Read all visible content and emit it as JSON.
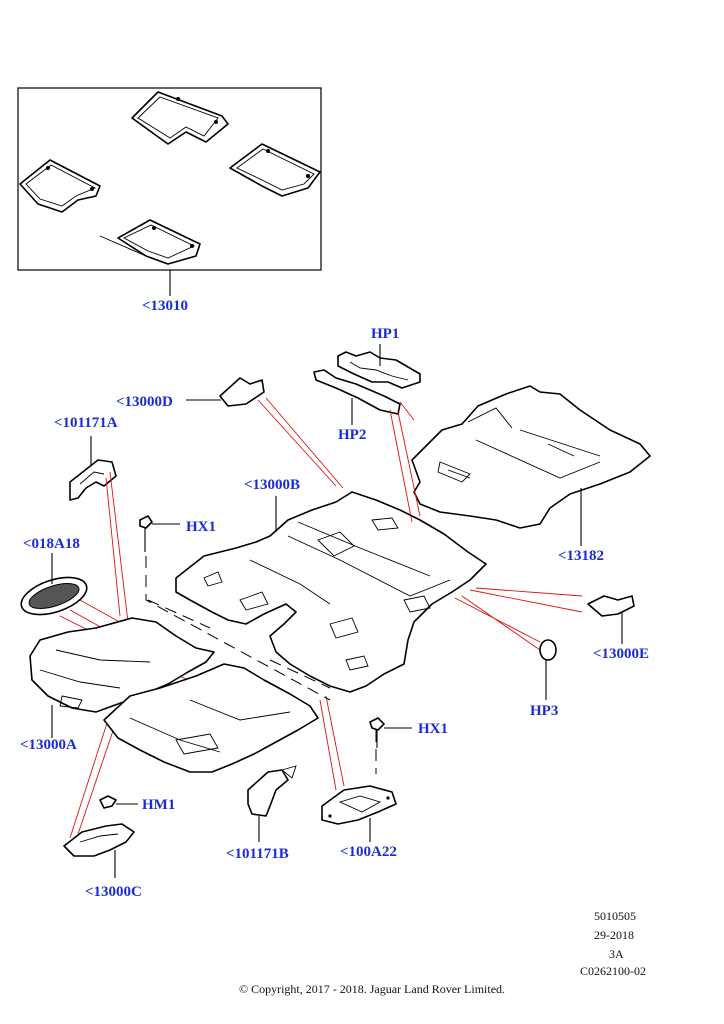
{
  "callouts": {
    "c13010": "<13010",
    "hp1": "HP1",
    "hp2": "HP2",
    "c13000D": "<13000D",
    "c101171A": "<101171A",
    "c13000B": "<13000B",
    "hx1_top": "HX1",
    "c018A18": "<018A18",
    "c13182": "<13182",
    "c13000E": "<13000E",
    "hp3": "HP3",
    "c13000A": "<13000A",
    "hx1_bottom": "HX1",
    "hm1": "HM1",
    "c101171B": "<101171B",
    "c100A22": "<100A22",
    "c13000C": "<13000C"
  },
  "meta": {
    "line1": "5010505",
    "line2": "29-2018",
    "line3": "3A",
    "line4": "C0262100-02"
  },
  "copyright": "© Copyright, 2017 - 2018. Jaguar Land Rover Limited.",
  "colors": {
    "callout": "#1a2bd6",
    "leader_red": "#e01010",
    "line": "#000000"
  }
}
